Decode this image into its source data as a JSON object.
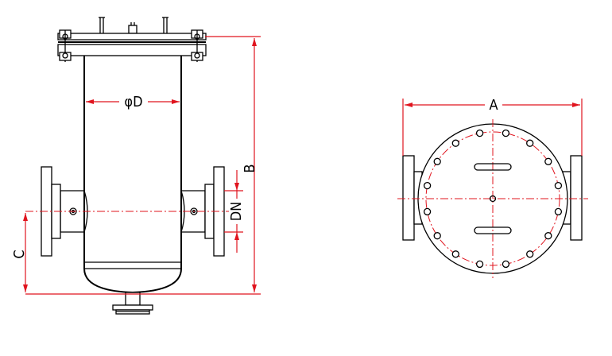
{
  "colors": {
    "outline": "#000000",
    "dimension": "#e0141e",
    "background": "#ffffff"
  },
  "labels": {
    "diameter": "φD",
    "height": "B",
    "nozzle_height": "C",
    "nominal_diameter": "DN",
    "width": "A"
  }
}
